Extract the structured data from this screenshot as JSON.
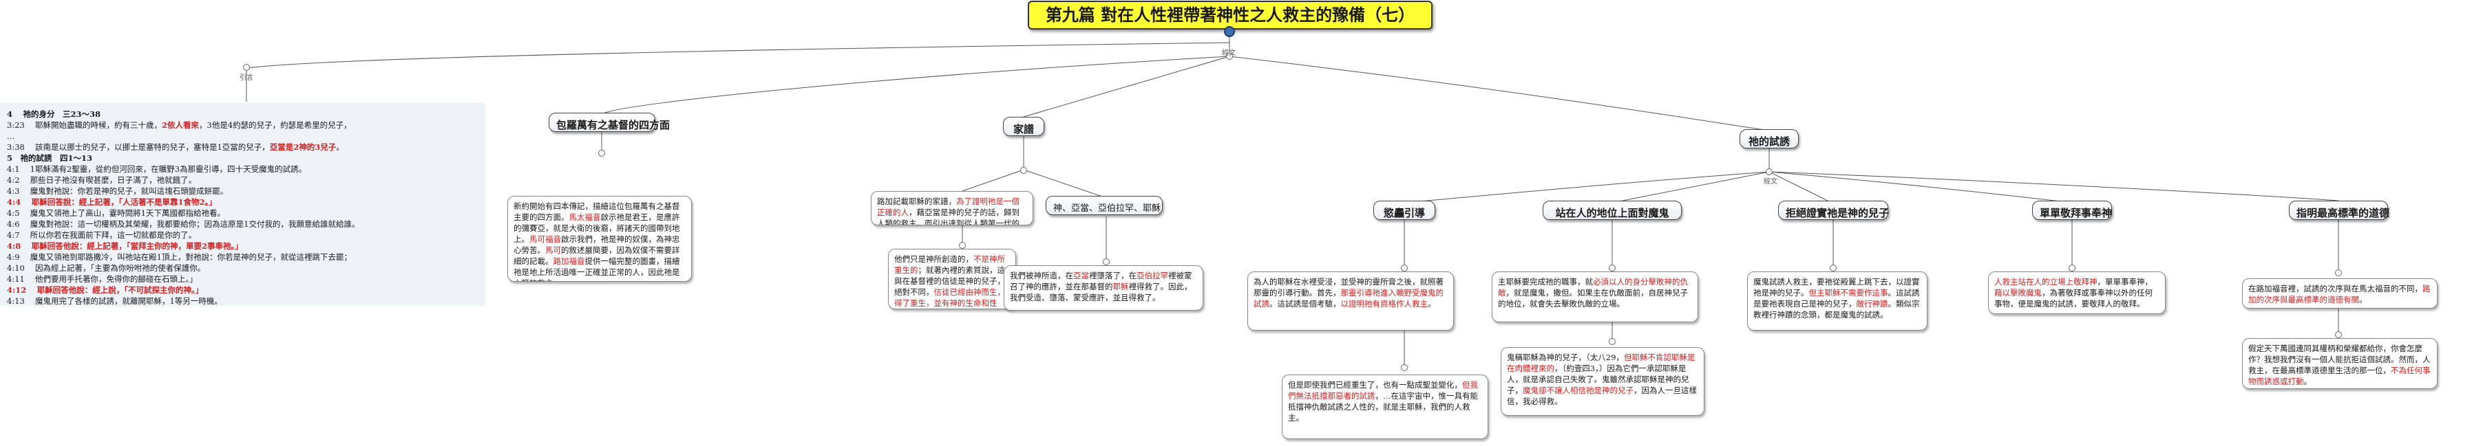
{
  "title": "第九篇 對在人性裡帶著神性之人救主的豫備（七）",
  "branch_labels": {
    "left": "引言",
    "center": "經文",
    "trial": "經文"
  },
  "intro": {
    "lines": [
      [
        {
          "t": "4　 祂的身分　三23～38",
          "s": "b"
        }
      ],
      [
        {
          "t": "3:23　 耶穌開始盡職的時候，約有三十歲，"
        },
        {
          "t": "2依人看來",
          "s": "redb"
        },
        {
          "t": "，3他是4約瑟的兒子，約瑟是希里的兒子，"
        }
      ],
      [
        {
          "t": "…"
        }
      ],
      [
        {
          "t": "3:38　 該南是以挪士的兒子，以挪士是塞特的兒子，塞特是1亞當的兒子，"
        },
        {
          "t": "亞當是2神的3兒子",
          "s": "redb"
        },
        {
          "t": "。"
        }
      ],
      [
        {
          "t": "5　祂的試誘　四1～13",
          "s": "b"
        }
      ],
      [
        {
          "t": "4:1　 1耶穌滿有2聖靈，從約但河回來，在曠野3為那靈引導，四十天受魔鬼的試誘。"
        }
      ],
      [
        {
          "t": "4:2　 那些日子祂沒有喫甚麼，日子滿了，祂就餓了。"
        }
      ],
      [
        {
          "t": "4:3　 魔鬼對祂說：你若是神的兒子，就叫這塊石頭變成餅罷。"
        }
      ],
      [
        {
          "t": "4:4　 耶穌回答說：經上記著，「人活著不是單靠1食物2。」",
          "s": "redb"
        }
      ],
      [
        {
          "t": "4:5　 魔鬼又領祂上了高山，霎時間將1天下萬國都指給祂看。"
        }
      ],
      [
        {
          "t": "4:6　 魔鬼對祂說：這一切權柄及其榮耀，我都要給你；因為這原是1交付我的，我願意給誰就給誰。"
        }
      ],
      [
        {
          "t": "4:7　 所以你若在我面前下拜，這一切就都是你的了。"
        }
      ],
      [
        {
          "t": "4:8　 耶穌回答他說：經上記著，「當拜主你的神，單要2事奉祂。」",
          "s": "redb"
        }
      ],
      [
        {
          "t": "4:9　 魔鬼又領祂到耶路撒冷，叫祂站在殿1頂上，對祂說：你若是神的兒子，就從這裡跳下去罷；"
        }
      ],
      [
        {
          "t": "4:10　 因為經上記著，「主要為你吩咐祂的使者保護你。"
        }
      ],
      [
        {
          "t": "4:11　 他們要用手托著你，免得你的腳碰在石頭上。」"
        }
      ],
      [
        {
          "t": "4:12　 耶穌回答他說：經上說，「不可試探主你的神。」",
          "s": "redb"
        }
      ],
      [
        {
          "t": "4:13　 魔鬼用完了各樣的試誘，就離開耶穌，1等另一時機。"
        }
      ]
    ]
  },
  "nodes": {
    "four_aspects": "包羅萬有之基督的四方面",
    "genealogy": "家譜",
    "trial": "祂的試誘",
    "names": "神、亞當、亞伯拉罕、耶穌",
    "lust": "慾麤引導",
    "standing": "站在人的地位上面對魔鬼",
    "refuse": "拒絕證實祂是神的兒子",
    "worship": "單單敬拜事奉神",
    "obey": "指明最高標準的道德"
  },
  "notes": {
    "four_aspects": [
      {
        "t": "新約開始有四本傳記，描繪這位包羅萬有之基督主要的四方面。"
      },
      {
        "t": "馬太福音",
        "s": "red"
      },
      {
        "t": "啟示祂是君王，是應許的彌賽亞，就是大衛的後裔，將諸天的國帶到地上。"
      },
      {
        "t": "馬可福音",
        "s": "red"
      },
      {
        "t": "啟示我們，祂是神的奴僕，為神忠心勞苦。"
      },
      {
        "t": "馬可",
        "s": "red"
      },
      {
        "t": "的敘述嚴簡要，因為奴僕不需要詳細的記載。"
      },
      {
        "t": "路加福音",
        "s": "red"
      },
      {
        "t": "提供一幅完整的圖畫，描繪祂是地上所活過唯一正確並正常的人，因此祂是人類的救主。"
      }
    ],
    "genealogy": [
      {
        "t": "路加記載耶穌的家譜，"
      },
      {
        "t": "為了證明祂是一個正確的人",
        "s": "red"
      },
      {
        "t": "，藉亞當是神的兒子的話，歸到人類的救主，而引出達到從人類第一代的亞當。"
      }
    ],
    "genealogy_sub": [
      {
        "t": "他們只是神所創造的，"
      },
      {
        "t": "不是神所重生的",
        "s": "red"
      },
      {
        "t": "；就著內裡的素質說，這與在基督裡的信徒是神的兒子，絕對不同，"
      },
      {
        "t": "信徒已經由神而生，得了重生，並有神的生命和性情",
        "s": "red"
      },
      {
        "t": "。"
      }
    ],
    "names": [
      {
        "t": "我們被神所造，在"
      },
      {
        "t": "亞當",
        "s": "red"
      },
      {
        "t": "裡墮落了，在"
      },
      {
        "t": "亞伯拉罕",
        "s": "red"
      },
      {
        "t": "裡被蒙召了神的應許，並在那基督的"
      },
      {
        "t": "耶穌",
        "s": "red"
      },
      {
        "t": "裡得救了。因此，我們受造、墮落、蒙受應許，並且得救了。"
      }
    ],
    "lust": [
      {
        "t": "為人的耶穌在水裡受浸，並受神的靈所膏之後，就照著那靈的引導行動。首先，"
      },
      {
        "t": "那靈引導祂進入曠野受魔鬼的試誘",
        "s": "red"
      },
      {
        "t": "。這試誘是個考驗，"
      },
      {
        "t": "以證明祂有資格作人救主",
        "s": "red"
      },
      {
        "t": "。"
      }
    ],
    "lust_sub": [
      {
        "t": "但是即使我們已經重生了，也有一點成聖並變化，"
      },
      {
        "t": "但我們無法抵擋那惡者的試誘",
        "s": "red"
      },
      {
        "t": "，…在這宇宙中，惟一具有能抵擋神仇敵試誘之人性的，就是主耶穌，我們的人救主。"
      }
    ],
    "standing": [
      {
        "t": "主耶穌要完成祂的職事，就"
      },
      {
        "t": "必須以人的身分擊敗神的仇敵",
        "s": "red"
      },
      {
        "t": "，就是魔鬼，撒但。如果主在仇敵面前，自居神兒子的地位，就會失去擊敗仇敵的立場。"
      }
    ],
    "standing_sub": [
      {
        "t": "鬼稱耶穌為神的兒子，（太八29，"
      },
      {
        "t": "但耶穌不肯認耶穌是在肉體裡來的",
        "s": "red"
      },
      {
        "t": "，（約壹四3，）因為它們一承認耶穌是人，就是承認自己失敗了。鬼雖然承認耶穌是神的兒子，"
      },
      {
        "t": "魔鬼卻不讓人相信祂是神的兒子",
        "s": "red"
      },
      {
        "t": "，因為人一旦這樣信，我必得救。"
      }
    ],
    "refuse": [
      {
        "t": "魔鬼試誘人救主，要祂從殿翼上跳下去，以證實祂是神的兒子。"
      },
      {
        "t": "但主耶穌不需要作這事",
        "s": "red"
      },
      {
        "t": "。這試誘是要祂表現自己是神的兒子，"
      },
      {
        "t": "敵行神蹟",
        "s": "red"
      },
      {
        "t": "。類似宗教裡行神蹟的念頭，都是魔鬼的試誘。"
      }
    ],
    "worship": [
      {
        "t": "人救主站在人的立場上敬拜神",
        "s": "red"
      },
      {
        "t": "，單單事奉神，"
      },
      {
        "t": "藉以擊敗魔鬼",
        "s": "red"
      },
      {
        "t": "，為著敬拜或事奉神以外的任何事物，便是魔鬼的試誘，要敬拜人的敬拜。"
      }
    ],
    "obey": [
      {
        "t": "在路加福音裡，試誘的次序與在馬太福音的不同，"
      },
      {
        "t": "路加的次序與最高標準的道德有關",
        "s": "red"
      },
      {
        "t": "。"
      }
    ],
    "obey_sub": [
      {
        "t": "假定天下萬國連同其權柄和榮耀都給你，你會怎麼作？我想我們沒有一個人能抗拒這個試誘。然而，人救主，在最高標準道德里生活的那一位，"
      },
      {
        "t": "不為任何事物而誘惑或打動",
        "s": "red"
      },
      {
        "t": "。"
      }
    ]
  }
}
